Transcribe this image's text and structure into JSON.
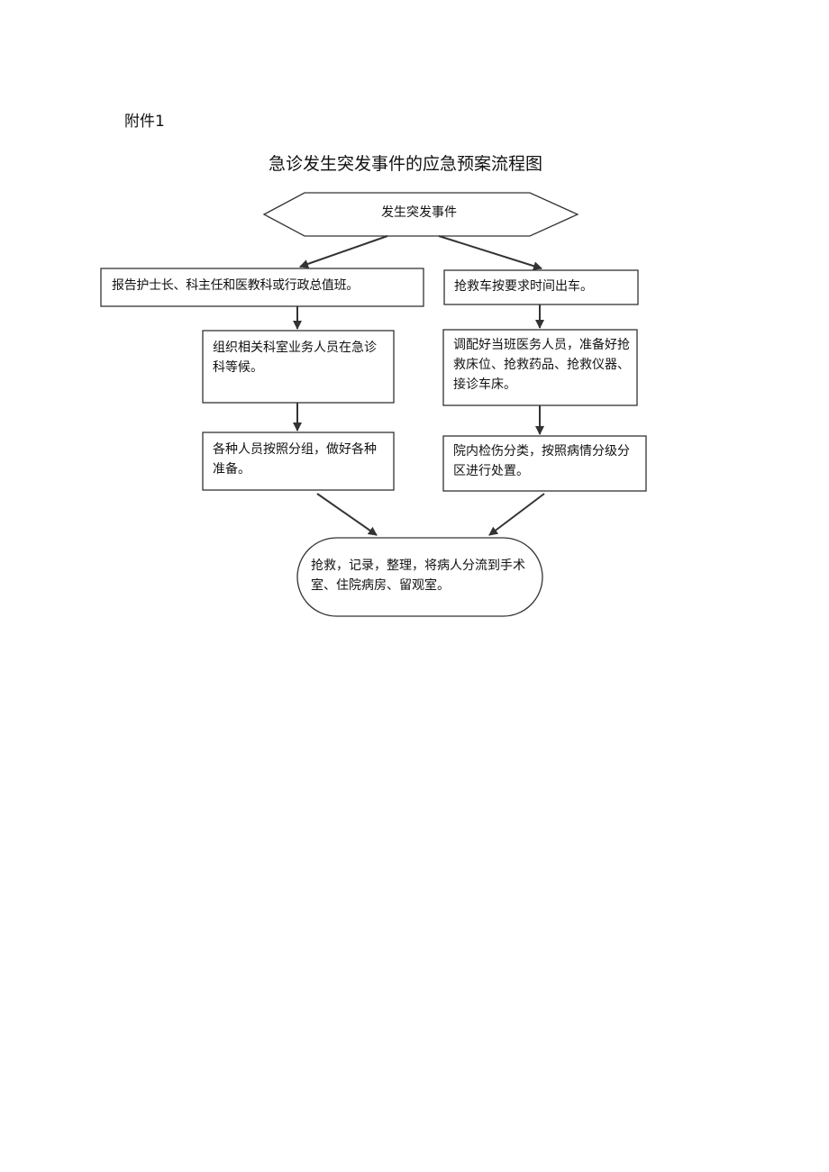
{
  "document": {
    "attachment_label": "附件1",
    "title": "急诊发生突发事件的应急预案流程图"
  },
  "flowchart": {
    "start": "发生突发事件",
    "left_branch": [
      "报告护士长、科主任和医教科或行政总值班。",
      "组织相关科室业务人员在急诊科等候。",
      "各种人员按照分组，做好各种准备。"
    ],
    "right_branch": [
      "抢救车按要求时间出车。",
      "调配好当班医务人员，准备好抢救床位、抢救药品、抢救仪器、接诊车床。",
      "院内检伤分类，按照病情分级分区进行处置。"
    ],
    "end": "抢救，记录，整理，将病人分流到手术室、住院病房、留观室。"
  },
  "colors": {
    "line": "#333333",
    "text": "#111111",
    "background": "#ffffff"
  }
}
